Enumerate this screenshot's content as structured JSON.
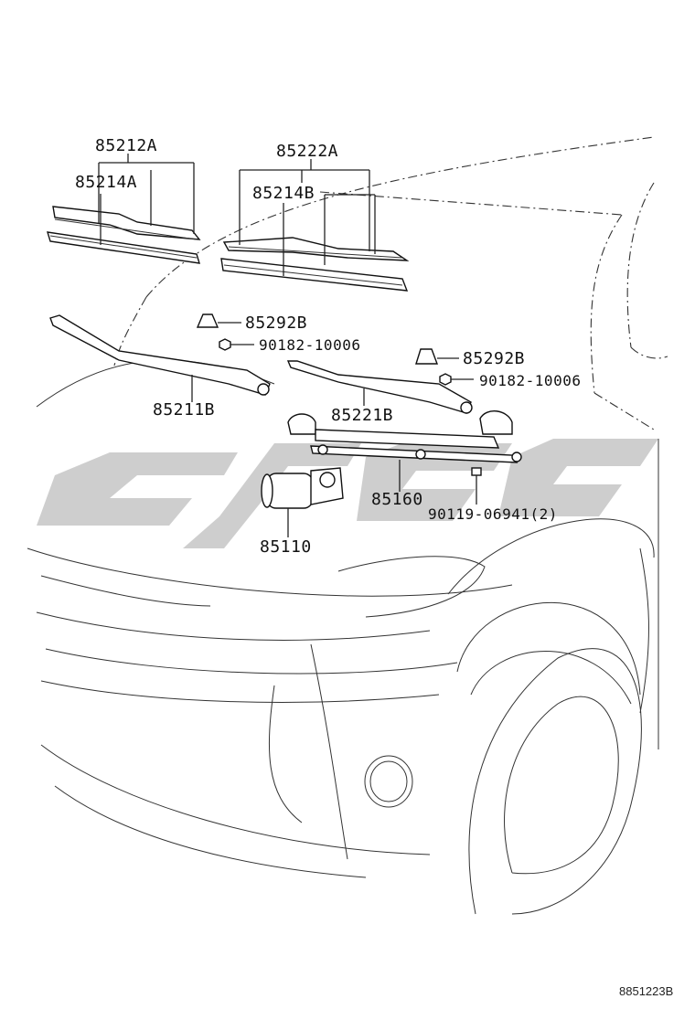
{
  "labels": {
    "p85212A": "85212A",
    "p85214A": "85214A",
    "p85222A": "85222A",
    "p85214B": "85214B",
    "p85292B_left": "85292B",
    "p90182_left": "90182-10006",
    "p85292B_right": "85292B",
    "p90182_right": "90182-10006",
    "p85211B": "85211B",
    "p85221B": "85221B",
    "p85160": "85160",
    "p90119": "90119-06941(2)",
    "p85110": "85110"
  },
  "diagram_id": "8851223B",
  "colors": {
    "line": "#222222",
    "watermark": "#c9c9c9"
  }
}
